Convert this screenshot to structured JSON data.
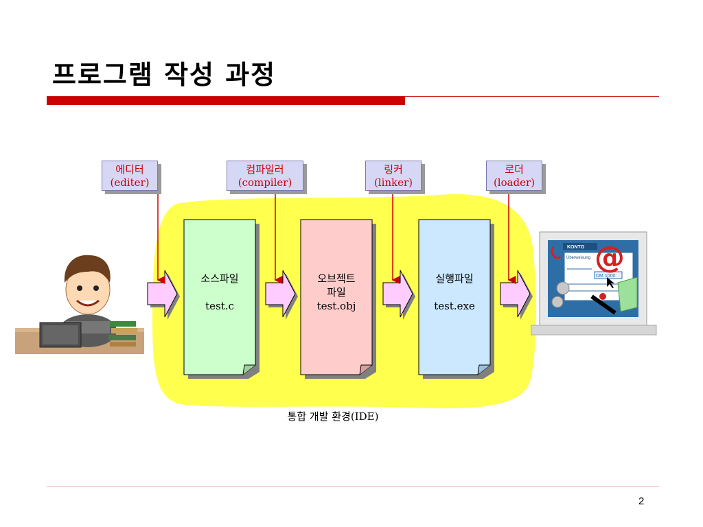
{
  "slide": {
    "title": "프로그램 작성 과정",
    "page_number": "2"
  },
  "tools": [
    {
      "name": "에디터",
      "eng": "(editer)"
    },
    {
      "name": "컴파일러",
      "eng": "(compiler)"
    },
    {
      "name": "링커",
      "eng": "(linker)"
    },
    {
      "name": "로더",
      "eng": "(loader)"
    }
  ],
  "files": [
    {
      "line1": "소스파일",
      "line2": "",
      "line3": "test.c"
    },
    {
      "line1": "오브젝트",
      "line2": "파일",
      "line3": "test.obj"
    },
    {
      "line1": "실행파일",
      "line2": "",
      "line3": "test.exe"
    }
  ],
  "ide_label": "통합 개발 환경(IDE)",
  "screen": {
    "header": "KONTO",
    "form_label": "Überweisung",
    "amount": "DM 1000"
  },
  "colors": {
    "accent_red": "#cc0000",
    "ide_blob": "#ffff4d",
    "source_doc": "#ccffcc",
    "object_doc": "#ffcccc",
    "exe_doc": "#cce8ff",
    "arrow_fill": "#ffccff",
    "tool_box": "#d6d6f5"
  }
}
